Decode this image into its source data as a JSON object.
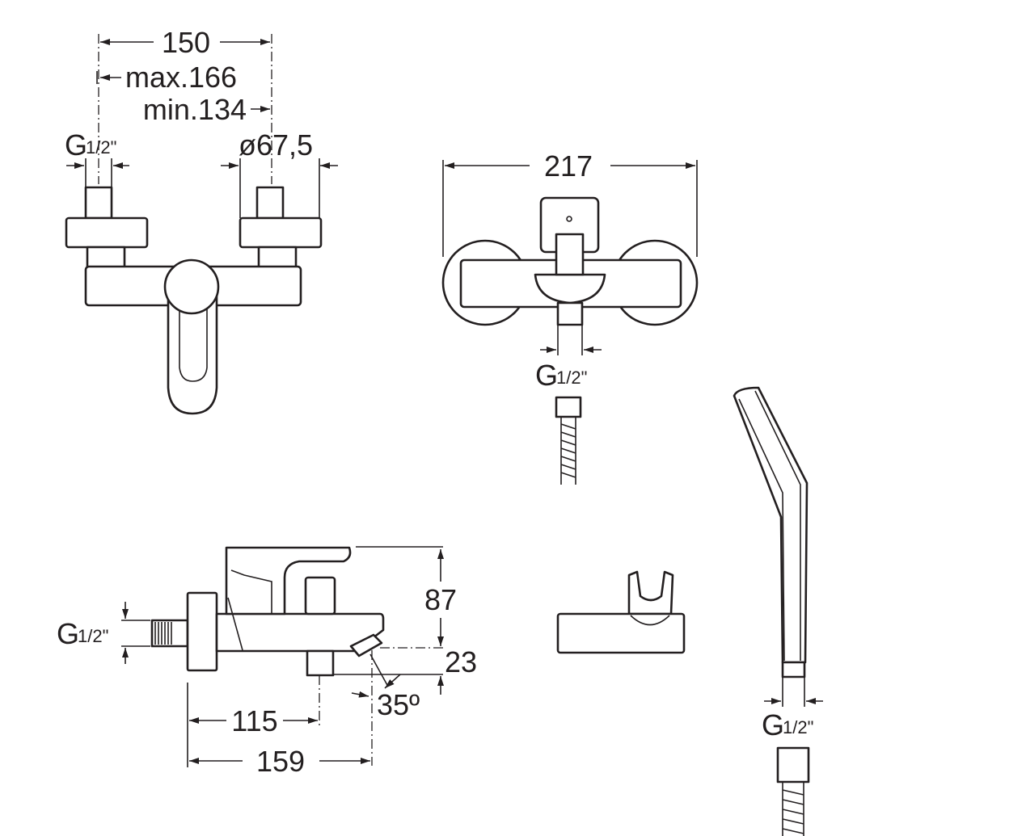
{
  "top_view": {
    "dim_width": "150",
    "dim_max": "max.166",
    "dim_min": "min.134",
    "thread": "G",
    "thread_frac": "1/2\"",
    "dim_diameter": "ø67,5"
  },
  "front_view": {
    "dim_width": "217",
    "thread": "G",
    "thread_frac": "1/2\""
  },
  "side_view": {
    "thread": "G",
    "thread_frac": "1/2\"",
    "dim_height": "87",
    "dim_spout": "23",
    "dim_angle": "35º",
    "dim_outlet": "115",
    "dim_depth": "159"
  },
  "hand_shower": {
    "thread": "G",
    "thread_frac": "1/2\""
  }
}
